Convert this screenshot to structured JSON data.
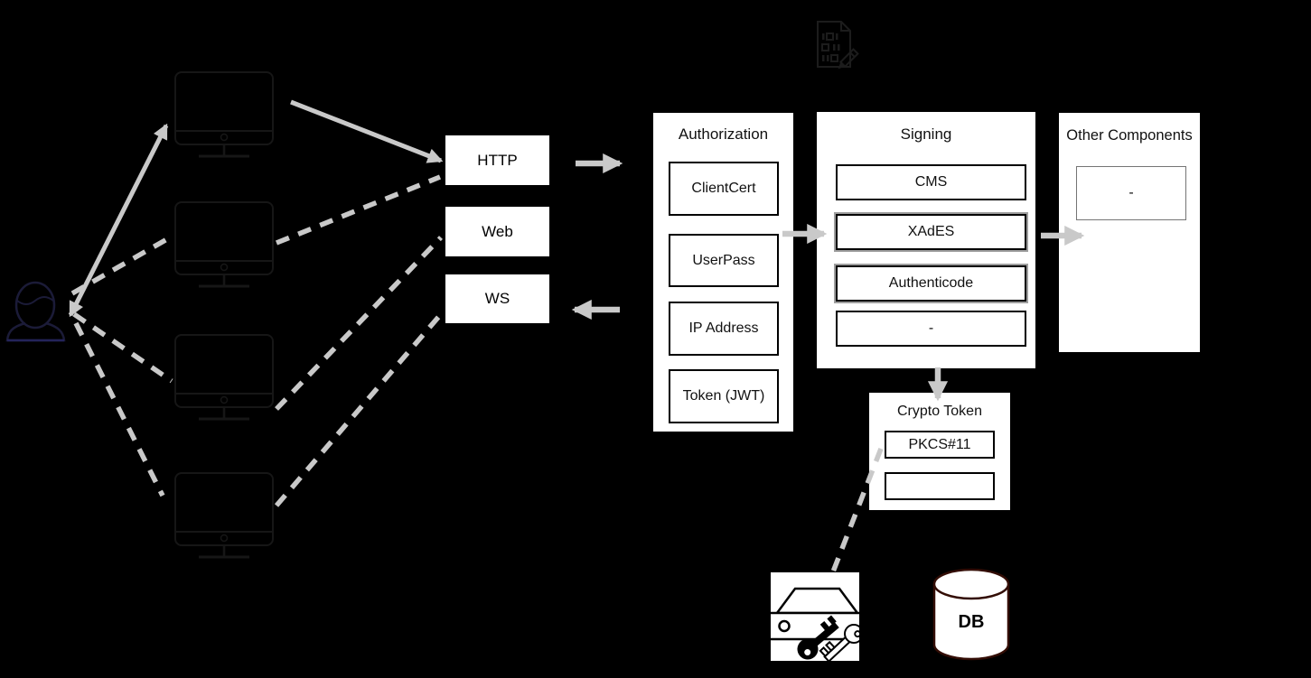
{
  "interfaces": [
    {
      "label": "HTTP"
    },
    {
      "label": "Web"
    },
    {
      "label": "WS"
    }
  ],
  "authorization": {
    "title": "Authorization",
    "methods": [
      "ClientCert",
      "UserPass",
      "IP Address",
      "Token (JWT)"
    ]
  },
  "signing": {
    "title": "Signing",
    "formats": [
      "CMS",
      "XAdES",
      "Authenticode",
      "-"
    ]
  },
  "other_components": {
    "title": "Other Components",
    "items": [
      "-"
    ]
  },
  "crypto_token": {
    "title": "Crypto Token",
    "slots": [
      "PKCS#11",
      ""
    ]
  },
  "database": {
    "label": "DB"
  },
  "icons": [
    "person-icon",
    "client-monitor-icon",
    "signed-document-icon",
    "hsm-icon",
    "key-icon",
    "database-cylinder-icon"
  ],
  "colors": {
    "background": "#000000",
    "arrow_gray": "#c9c9c9",
    "box_fill": "#ffffff",
    "box_border": "#000000",
    "highlight_border": "#9e9e9e",
    "gray_border": "#757575",
    "db_outline": "#330d05",
    "faint_icon": "#1c1c1c"
  }
}
